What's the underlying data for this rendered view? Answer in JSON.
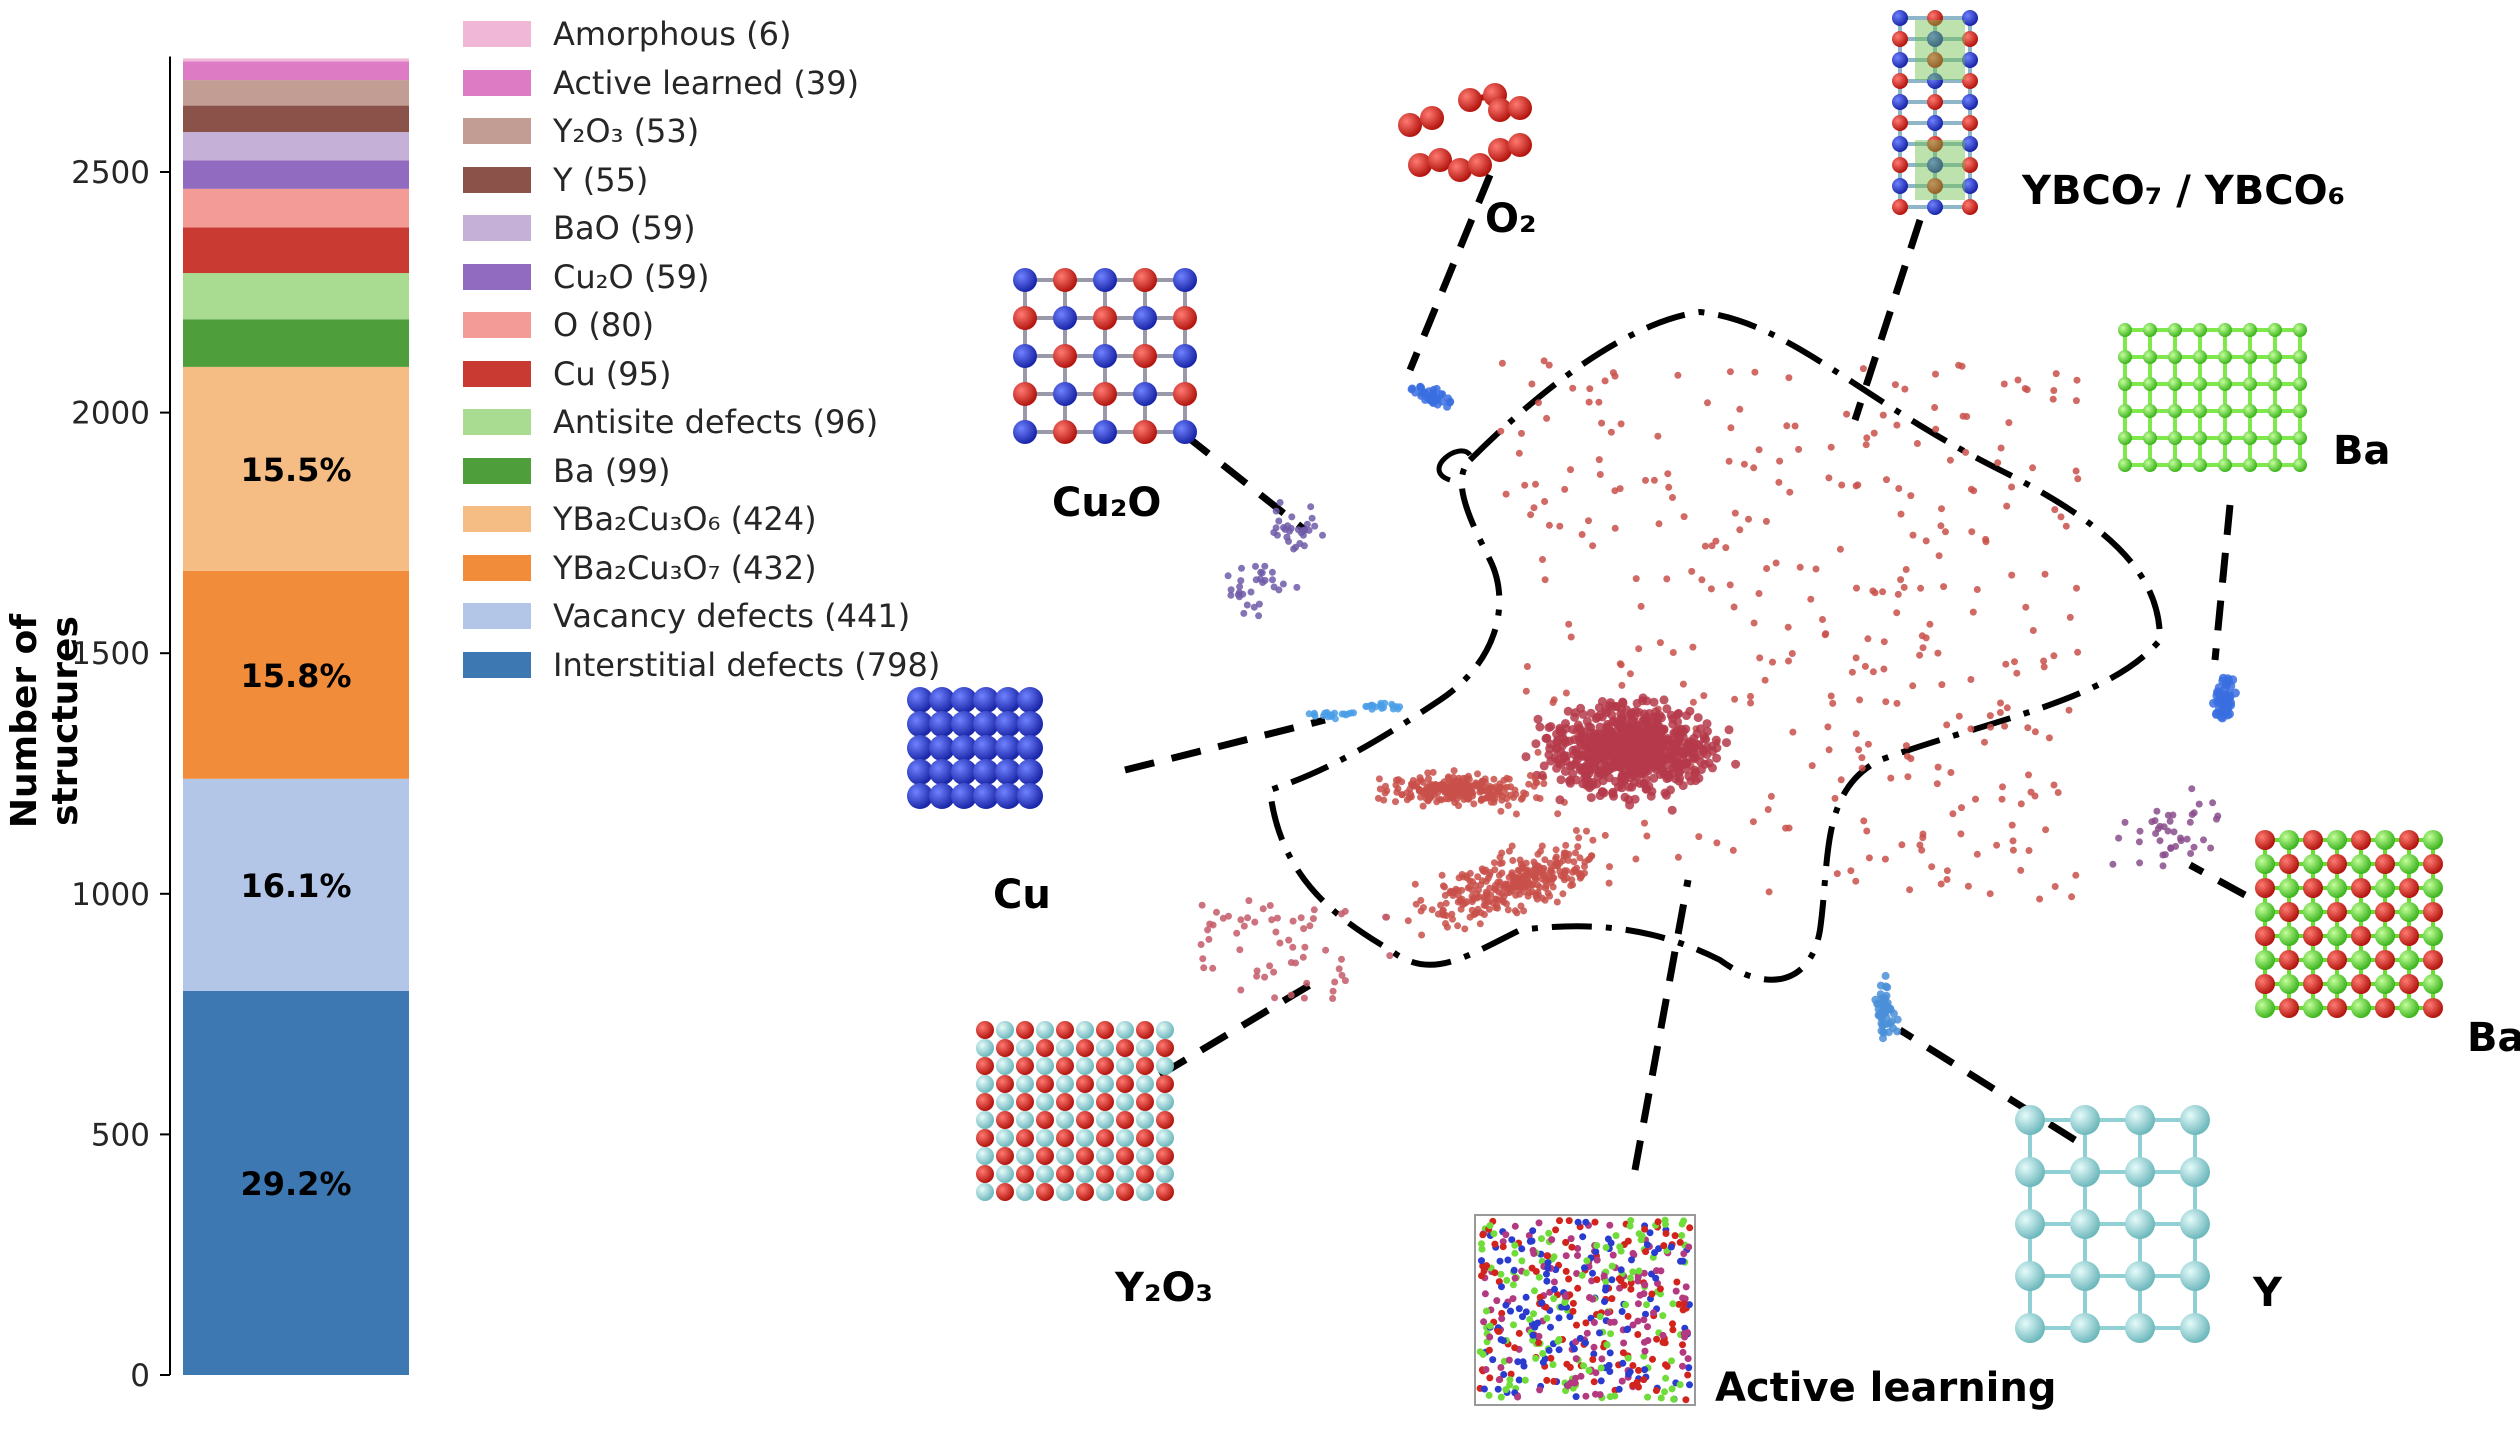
{
  "chart_data": {
    "type": "bar",
    "stacked": true,
    "ylabel": "Number of structures",
    "ylim": [
      0,
      2740
    ],
    "yticks": [
      0,
      500,
      1000,
      1500,
      2000,
      2500
    ],
    "grid": false,
    "legend_placement": "right",
    "series": [
      {
        "label": "Interstitial defects (798)",
        "value": 798,
        "color": "#3d78b3",
        "pct": "29.2%"
      },
      {
        "label": "Vacancy defects (441)",
        "value": 441,
        "color": "#b4c6e7",
        "pct": "16.1%"
      },
      {
        "label": "YBa₂Cu₃O₇ (432)",
        "value": 432,
        "color": "#f18c3a",
        "pct": "15.8%"
      },
      {
        "label": "YBa₂Cu₃O₆ (424)",
        "value": 424,
        "color": "#f5bc84",
        "pct": "15.5%"
      },
      {
        "label": "Ba (99)",
        "value": 99,
        "color": "#4e9e3c",
        "pct": ""
      },
      {
        "label": "Antisite defects (96)",
        "value": 96,
        "color": "#a9dc90",
        "pct": ""
      },
      {
        "label": "Cu (95)",
        "value": 95,
        "color": "#c93a33",
        "pct": ""
      },
      {
        "label": "O (80)",
        "value": 80,
        "color": "#f39b97",
        "pct": ""
      },
      {
        "label": "Cu₂O (59)",
        "value": 59,
        "color": "#916bbf",
        "pct": ""
      },
      {
        "label": "BaO (59)",
        "value": 59,
        "color": "#c5b0d8",
        "pct": ""
      },
      {
        "label": "Y (55)",
        "value": 55,
        "color": "#8a5249",
        "pct": ""
      },
      {
        "label": "Y₂O₃ (53)",
        "value": 53,
        "color": "#c29d94",
        "pct": ""
      },
      {
        "label": "Active learned (39)",
        "value": 39,
        "color": "#dd7cc4",
        "pct": ""
      },
      {
        "label": "Amorphous (6)",
        "value": 6,
        "color": "#f0b8d6",
        "pct": ""
      }
    ]
  },
  "structure_map": {
    "labels": {
      "o2": "O₂",
      "ybco": "YBCO₇ / YBCO₆",
      "cu2o": "Cu₂O",
      "ba": "Ba",
      "cu": "Cu",
      "bao": "BaO",
      "y2o3": "Y₂O₃",
      "y": "Y",
      "active": "Active learning"
    },
    "colors": {
      "cluster_red": "#c9504a",
      "cluster_dense": "#b53a4a",
      "purple_points": "#6e5aa8",
      "blue_points": "#3a6ee0",
      "o_atom": "#d2231c",
      "cu_atom": "#2a3bd0",
      "ba_atom": "#6fdc3a",
      "y_atom": "#9fd9dc"
    }
  }
}
